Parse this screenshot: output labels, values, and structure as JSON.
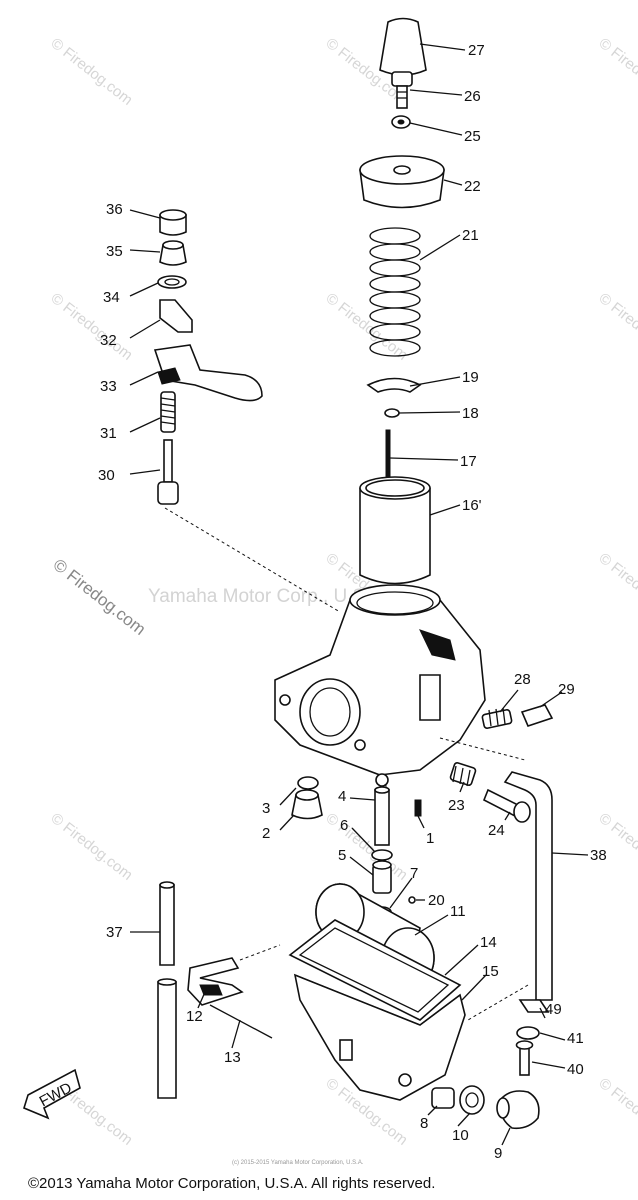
{
  "watermark": {
    "small": "© Firedog.com",
    "large": "© Firedog.com",
    "center": "Yamaha Motor Corp., U.S.A.",
    "year_note": "(c) 2015-2015 Yamaha Motor Corporation, U.S.A."
  },
  "copyright": "©2013 Yamaha Motor Corporation, U.S.A. All rights reserved.",
  "direction_label": "FWD",
  "callouts": {
    "p27": "27",
    "p26": "26",
    "p25": "25",
    "p22": "22",
    "p21": "21",
    "p19": "19",
    "p18": "18",
    "p17": "17",
    "p16": "16'",
    "p36": "36",
    "p35": "35",
    "p34": "34",
    "p32": "32",
    "p33": "33",
    "p31": "31",
    "p30": "30",
    "p28": "28",
    "p29": "29",
    "p23": "23",
    "p24": "24",
    "p38": "38",
    "p3": "3",
    "p2": "2",
    "p4": "4",
    "p1": "1",
    "p6": "6",
    "p5": "5",
    "p7": "7",
    "p20": "20",
    "p11": "11",
    "p14": "14",
    "p15": "15",
    "p37": "37",
    "p12": "12",
    "p13": "13",
    "p49": "49",
    "p41": "41",
    "p40": "40",
    "p8": "8",
    "p10": "10",
    "p9": "9"
  }
}
